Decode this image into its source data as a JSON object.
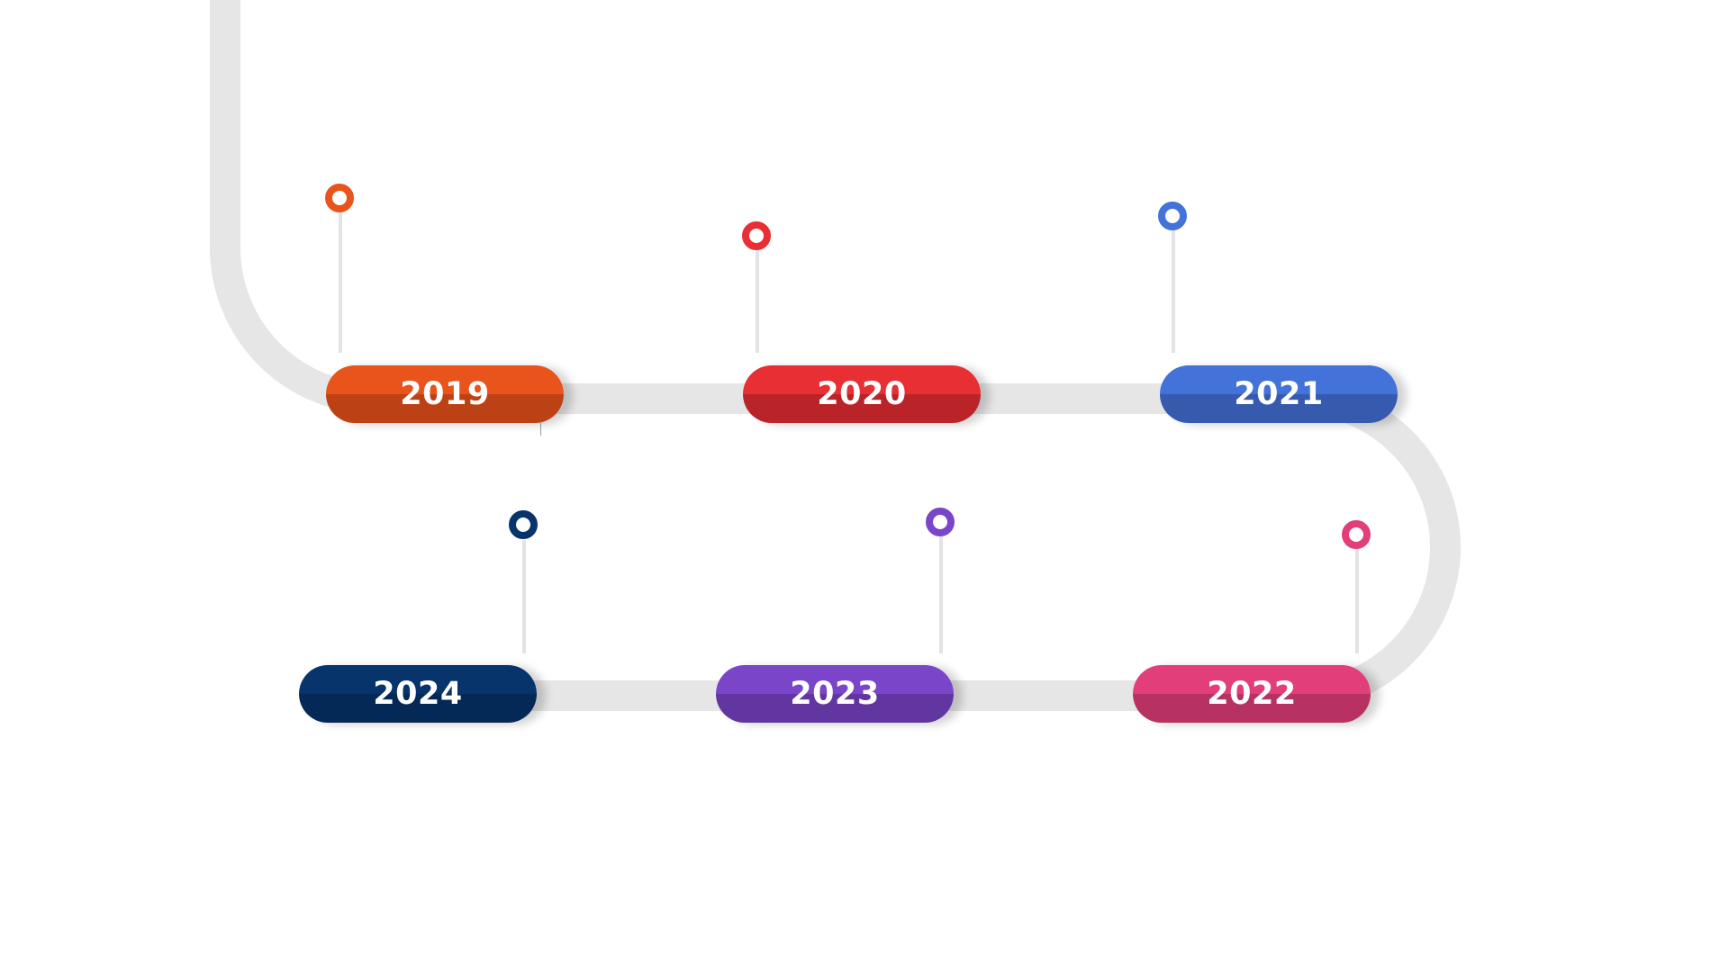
{
  "timeline": {
    "track_color": "#e6e6e6",
    "stem_color": "#e3e3e3",
    "milestones": [
      {
        "year": "2019",
        "color_top": "#e8541c",
        "color_bottom": "#d24a19",
        "marker_color": "#e8541c",
        "text": ""
      },
      {
        "year": "2020",
        "color_top": "#e82f33",
        "color_bottom": "#d0292d",
        "marker_color": "#e82f33",
        "text": ""
      },
      {
        "year": "2021",
        "color_top": "#4373d9",
        "color_bottom": "#3d66c2",
        "marker_color": "#4373d9",
        "text": ""
      },
      {
        "year": "2022",
        "color_top": "#e23f7a",
        "color_bottom": "#cc386e",
        "marker_color": "#e23f7a",
        "text": ""
      },
      {
        "year": "2023",
        "color_top": "#7a45c9",
        "color_bottom": "#6c3db3",
        "marker_color": "#7a45c9",
        "text": ""
      },
      {
        "year": "2024",
        "color_top": "#07346b",
        "color_bottom": "#062e60",
        "marker_color": "#07346b",
        "text": ""
      }
    ]
  }
}
